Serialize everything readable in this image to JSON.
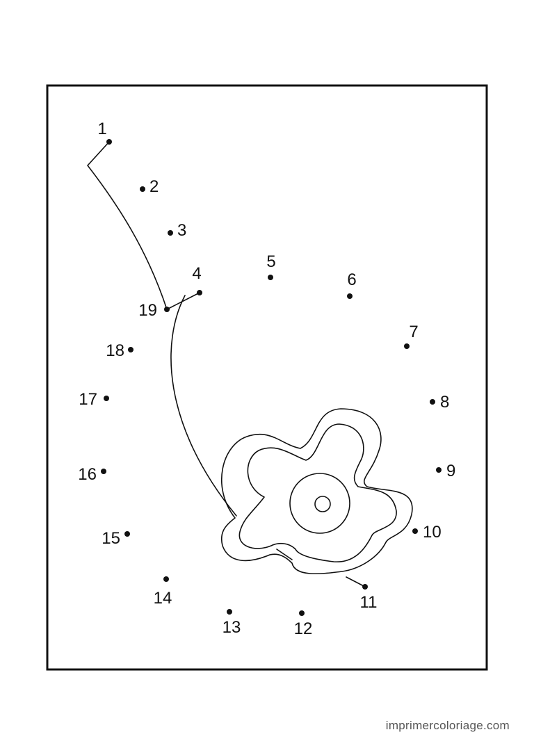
{
  "puzzle": {
    "points": [
      {
        "label": "1"
      },
      {
        "label": "2"
      },
      {
        "label": "3"
      },
      {
        "label": "4"
      },
      {
        "label": "5"
      },
      {
        "label": "6"
      },
      {
        "label": "7"
      },
      {
        "label": "8"
      },
      {
        "label": "9"
      },
      {
        "label": "10"
      },
      {
        "label": "11"
      },
      {
        "label": "12"
      },
      {
        "label": "13"
      },
      {
        "label": "14"
      },
      {
        "label": "15"
      },
      {
        "label": "16"
      },
      {
        "label": "17"
      },
      {
        "label": "18"
      },
      {
        "label": "19"
      }
    ]
  },
  "footer": {
    "site": "imprimercoloriage.com"
  },
  "colors": {
    "ink": "#111111",
    "paper": "#ffffff",
    "watermark": "#555555"
  }
}
